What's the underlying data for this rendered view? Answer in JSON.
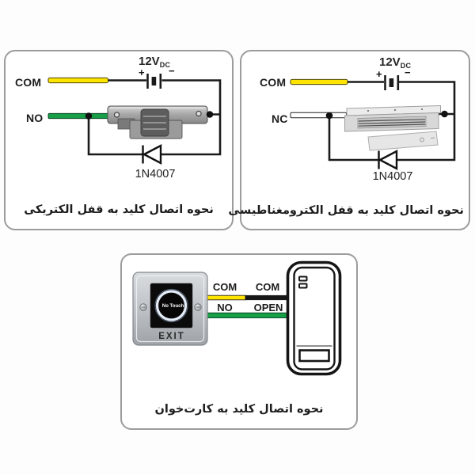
{
  "colors": {
    "panel_border": "#9c9c9c",
    "text": "#1d1d1d",
    "wire_black": "#1a1a1a",
    "wire_yellow": "#ffe400",
    "wire_green": "#169f47",
    "wire_white": "#ffffff",
    "ring_glow": "#e4edf8",
    "plate_silver": "#c3c7cc"
  },
  "panel_electric": {
    "label_com": "COM",
    "label_no": "NO",
    "voltage": "12V",
    "voltage_sub": "DC",
    "plus": "+",
    "minus": "−",
    "diode": "1N4007",
    "caption": "نحوه اتصال کلید به قفل الکتریکی"
  },
  "panel_magnetic": {
    "label_com": "COM",
    "label_nc": "NC",
    "voltage": "12V",
    "voltage_sub": "DC",
    "plus": "+",
    "minus": "−",
    "diode": "1N4007",
    "caption": "نحوه اتصال کلید به قفل الکترومغناطیسی"
  },
  "panel_reader": {
    "touch_label": "No Touch",
    "exit_label": "EXIT",
    "com_left": "COM",
    "com_right": "COM",
    "no_left": "NO",
    "open_right": "OPEN",
    "caption": "نحوه اتصال کلید به کارت‌خوان"
  }
}
